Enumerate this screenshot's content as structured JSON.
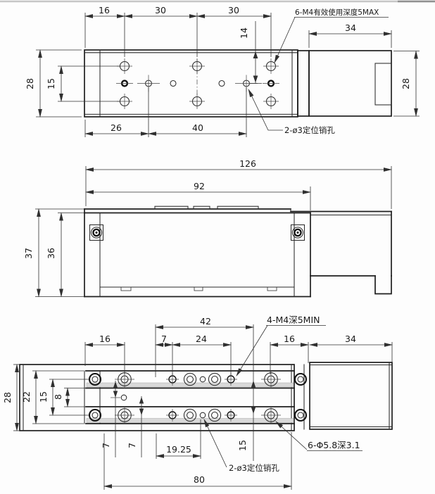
{
  "drawing": {
    "top_view": {
      "dim_16": "16",
      "dim_30a": "30",
      "dim_30b": "30",
      "dim_14": "14",
      "dim_34": "34",
      "dim_28_left": "28",
      "dim_15": "15",
      "dim_26": "26",
      "dim_40": "40",
      "dim_28_right": "28",
      "note_thread": "6-M4有效使用深度5MAX",
      "note_pin": "2-ø3定位销孔"
    },
    "front_view": {
      "dim_126": "126",
      "dim_92": "92",
      "dim_37": "37",
      "dim_36": "36"
    },
    "bottom_view": {
      "dim_42": "42",
      "dim_7_top": "7",
      "dim_24": "24",
      "dim_16_left": "16",
      "dim_16_right": "16",
      "dim_34": "34",
      "dim_28": "28",
      "dim_22": "22",
      "dim_15_left": "15",
      "dim_8": "8",
      "dim_7_a": "7",
      "dim_7_b": "7",
      "dim_19_25": "19.25",
      "dim_15_right": "15",
      "dim_80": "80",
      "note_thread": "4-M4深5MIN",
      "note_counterbore": "6-Φ5.8深3.1",
      "note_pin": "2-ø3定位销孔"
    }
  }
}
